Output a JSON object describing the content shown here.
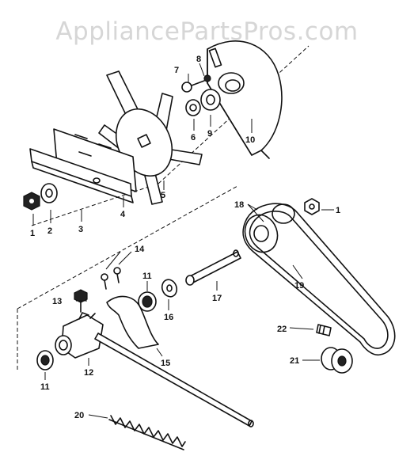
{
  "watermark": "AppliancePartsPros.com",
  "callouts": [
    {
      "id": "c1a",
      "text": "1"
    },
    {
      "id": "c2",
      "text": "2"
    },
    {
      "id": "c3",
      "text": "3"
    },
    {
      "id": "c4",
      "text": "4"
    },
    {
      "id": "c5",
      "text": "5"
    },
    {
      "id": "c6",
      "text": "6"
    },
    {
      "id": "c7",
      "text": "7"
    },
    {
      "id": "c8",
      "text": "8"
    },
    {
      "id": "c9",
      "text": "9"
    },
    {
      "id": "c10",
      "text": "10"
    },
    {
      "id": "c1b",
      "text": "1"
    },
    {
      "id": "c18",
      "text": "18"
    },
    {
      "id": "c19",
      "text": "19"
    },
    {
      "id": "c14",
      "text": "14"
    },
    {
      "id": "c11a",
      "text": "11"
    },
    {
      "id": "c17",
      "text": "17"
    },
    {
      "id": "c13",
      "text": "13"
    },
    {
      "id": "c16",
      "text": "16"
    },
    {
      "id": "c15",
      "text": "15"
    },
    {
      "id": "c12",
      "text": "12"
    },
    {
      "id": "c11b",
      "text": "11"
    },
    {
      "id": "c22",
      "text": "22"
    },
    {
      "id": "c21",
      "text": "21"
    },
    {
      "id": "c20",
      "text": "20"
    }
  ]
}
